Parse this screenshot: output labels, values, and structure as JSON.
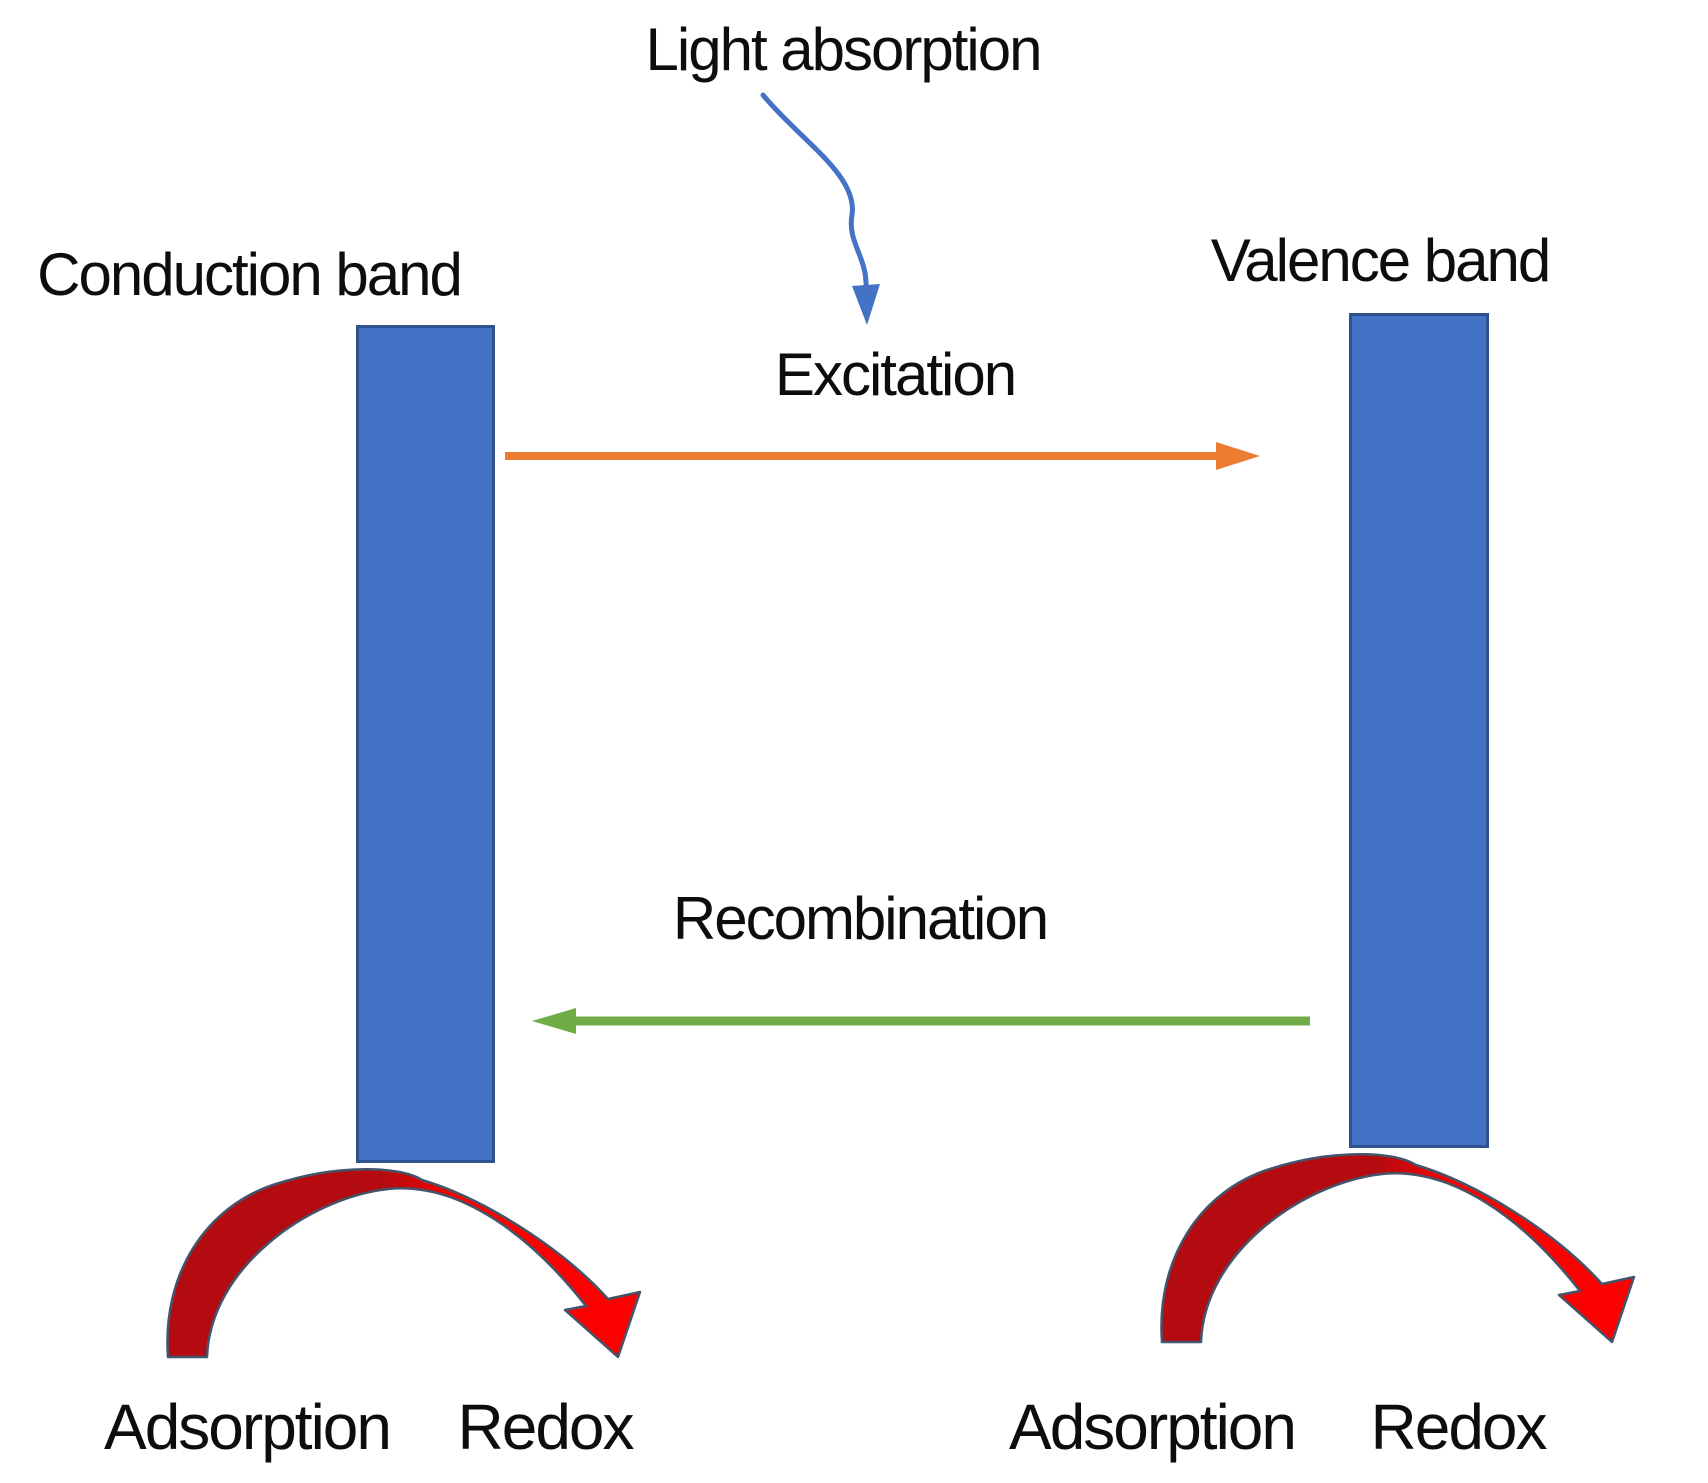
{
  "diagram": {
    "light_absorption": "Light absorption",
    "conduction_band": "Conduction band",
    "valence_band": "Valence band",
    "excitation": "Excitation",
    "recombination": "Recombination",
    "left_site": {
      "adsorption": "Adsorption",
      "redox": "Redox"
    },
    "right_site": {
      "adsorption": "Adsorption",
      "redox": "Redox"
    }
  },
  "colors": {
    "background": "#ffffff",
    "text": "#0d0d0d",
    "band_fill": "#4472c4",
    "band_border": "#2f528f",
    "light_arrow_blue": "#4472c4",
    "excitation_orange": "#ed7d31",
    "recombination_green": "#70ad47",
    "arc_red_dark": "#b30b10",
    "arc_red_bright": "#fb0200",
    "arc_outline": "#44546a"
  }
}
